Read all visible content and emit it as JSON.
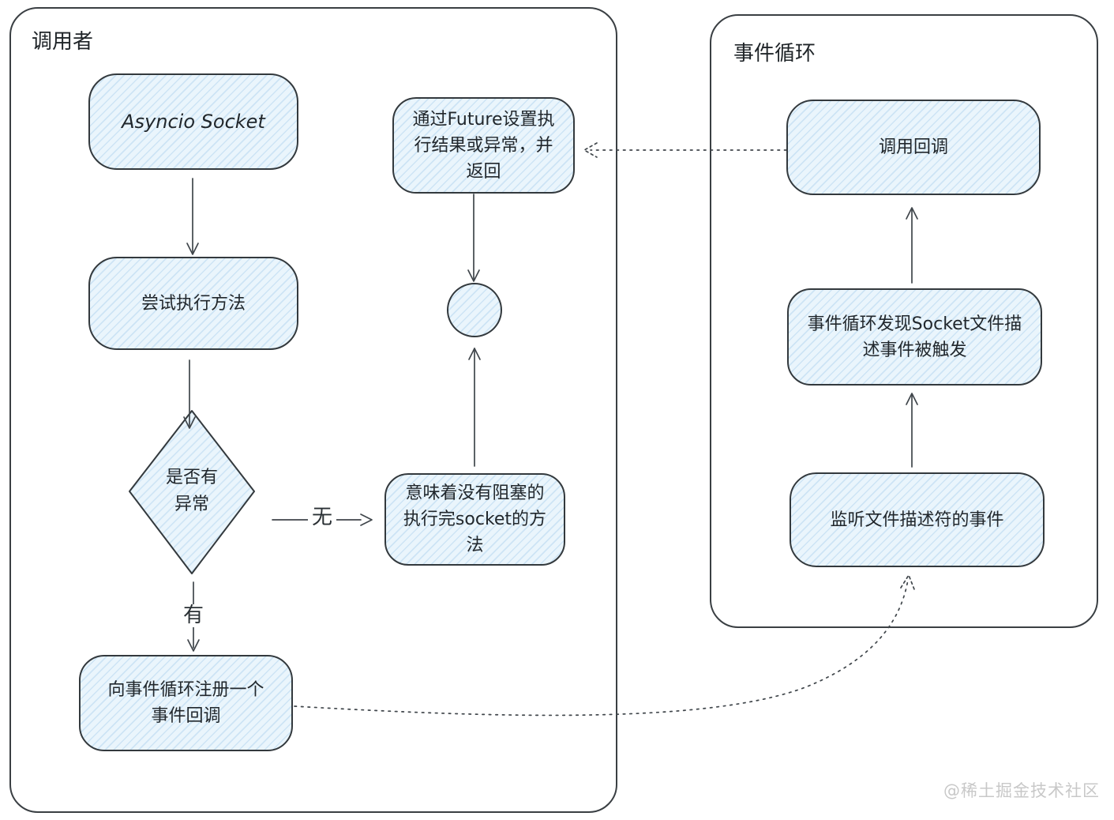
{
  "caller": {
    "title": "调用者",
    "nodes": {
      "asyncio_socket": "Asyncio Socket",
      "try_execute": "尝试执行方法",
      "has_exception": "是否有异常",
      "register_callback": "向事件循环注册一个事件回调",
      "non_blocking_done": "意味着没有阻塞的执行完socket的方法",
      "future_set_result": "通过Future设置执行结果或异常，并返回"
    },
    "edge_labels": {
      "no": "无",
      "yes": "有"
    }
  },
  "event_loop": {
    "title": "事件循环",
    "nodes": {
      "invoke_callback": "调用回调",
      "socket_fd_event_triggered": "事件循环发现Socket文件描述事件被触发",
      "listen_fd_events": "监听文件描述符的事件"
    }
  },
  "watermark": "@稀土掘金技术社区",
  "colors": {
    "node_fill": "#eaf5fc",
    "node_hatch": "#cde4f5",
    "stroke": "#3a3f43",
    "text": "#21272c",
    "watermark": "#c8c8c8"
  }
}
